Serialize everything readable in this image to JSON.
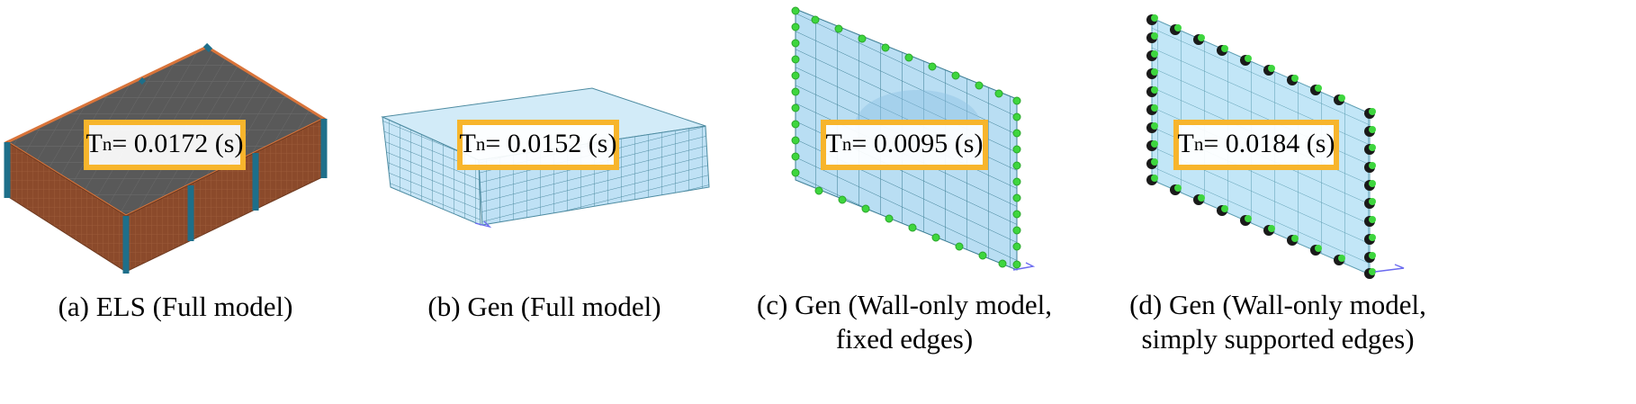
{
  "panels": [
    {
      "id": "a",
      "period": {
        "symbol": "T",
        "subscript": "n",
        "value_text": " = 0.0172 (s)"
      },
      "caption": {
        "line1": "(a) ELS (Full model)",
        "line2": ""
      }
    },
    {
      "id": "b",
      "period": {
        "symbol": "T",
        "subscript": "n",
        "value_text": " = 0.0152 (s)"
      },
      "caption": {
        "line1": "(b) Gen (Full model)",
        "line2": ""
      }
    },
    {
      "id": "c",
      "period": {
        "symbol": "T",
        "subscript": "n",
        "value_text": " = 0.0095 (s)"
      },
      "caption": {
        "line1": "(c) Gen (Wall-only model,",
        "line2": "fixed edges)"
      }
    },
    {
      "id": "d",
      "period": {
        "symbol": "T",
        "subscript": "n",
        "value_text": " = 0.0184 (s)"
      },
      "caption": {
        "line1": "(d) Gen (Wall-only model,",
        "line2": "simply supported edges)"
      }
    }
  ],
  "colors": {
    "highlight_box": "#f7b52c",
    "els_roof": "#5a5a5a",
    "els_wall": "#8b4a2b",
    "els_column": "#1e6f8a",
    "gen_mesh_fill": "#bfe1f5",
    "gen_mesh_line": "#3d7f95",
    "support_node": "#3ed63e"
  }
}
